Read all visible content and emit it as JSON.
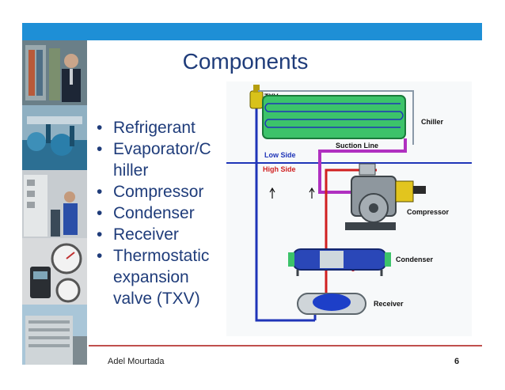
{
  "slide": {
    "title": "Components",
    "bullets": [
      "Refrigerant",
      "Evaporator/C hiller",
      "Compressor",
      "Condenser",
      "Receiver",
      "Thermostatic expansion valve (TXV)"
    ]
  },
  "diagram": {
    "labels": {
      "txv": "TXV",
      "chiller": "Chiller",
      "suction_line": "Suction Line",
      "low_side": "Low Side",
      "high_side": "High Side",
      "compressor": "Compressor",
      "condenser": "Condenser",
      "receiver": "Receiver"
    }
  },
  "footer": {
    "author": "Adel Mourtada",
    "page_number": "6"
  },
  "colors": {
    "accent_bar": "#1e8fd6",
    "title_text": "#1f3c7a",
    "footer_line": "#c0504d",
    "low_side_line": "#1f35b8",
    "high_side_line": "#d02020",
    "suction_line": "#b030c0"
  }
}
